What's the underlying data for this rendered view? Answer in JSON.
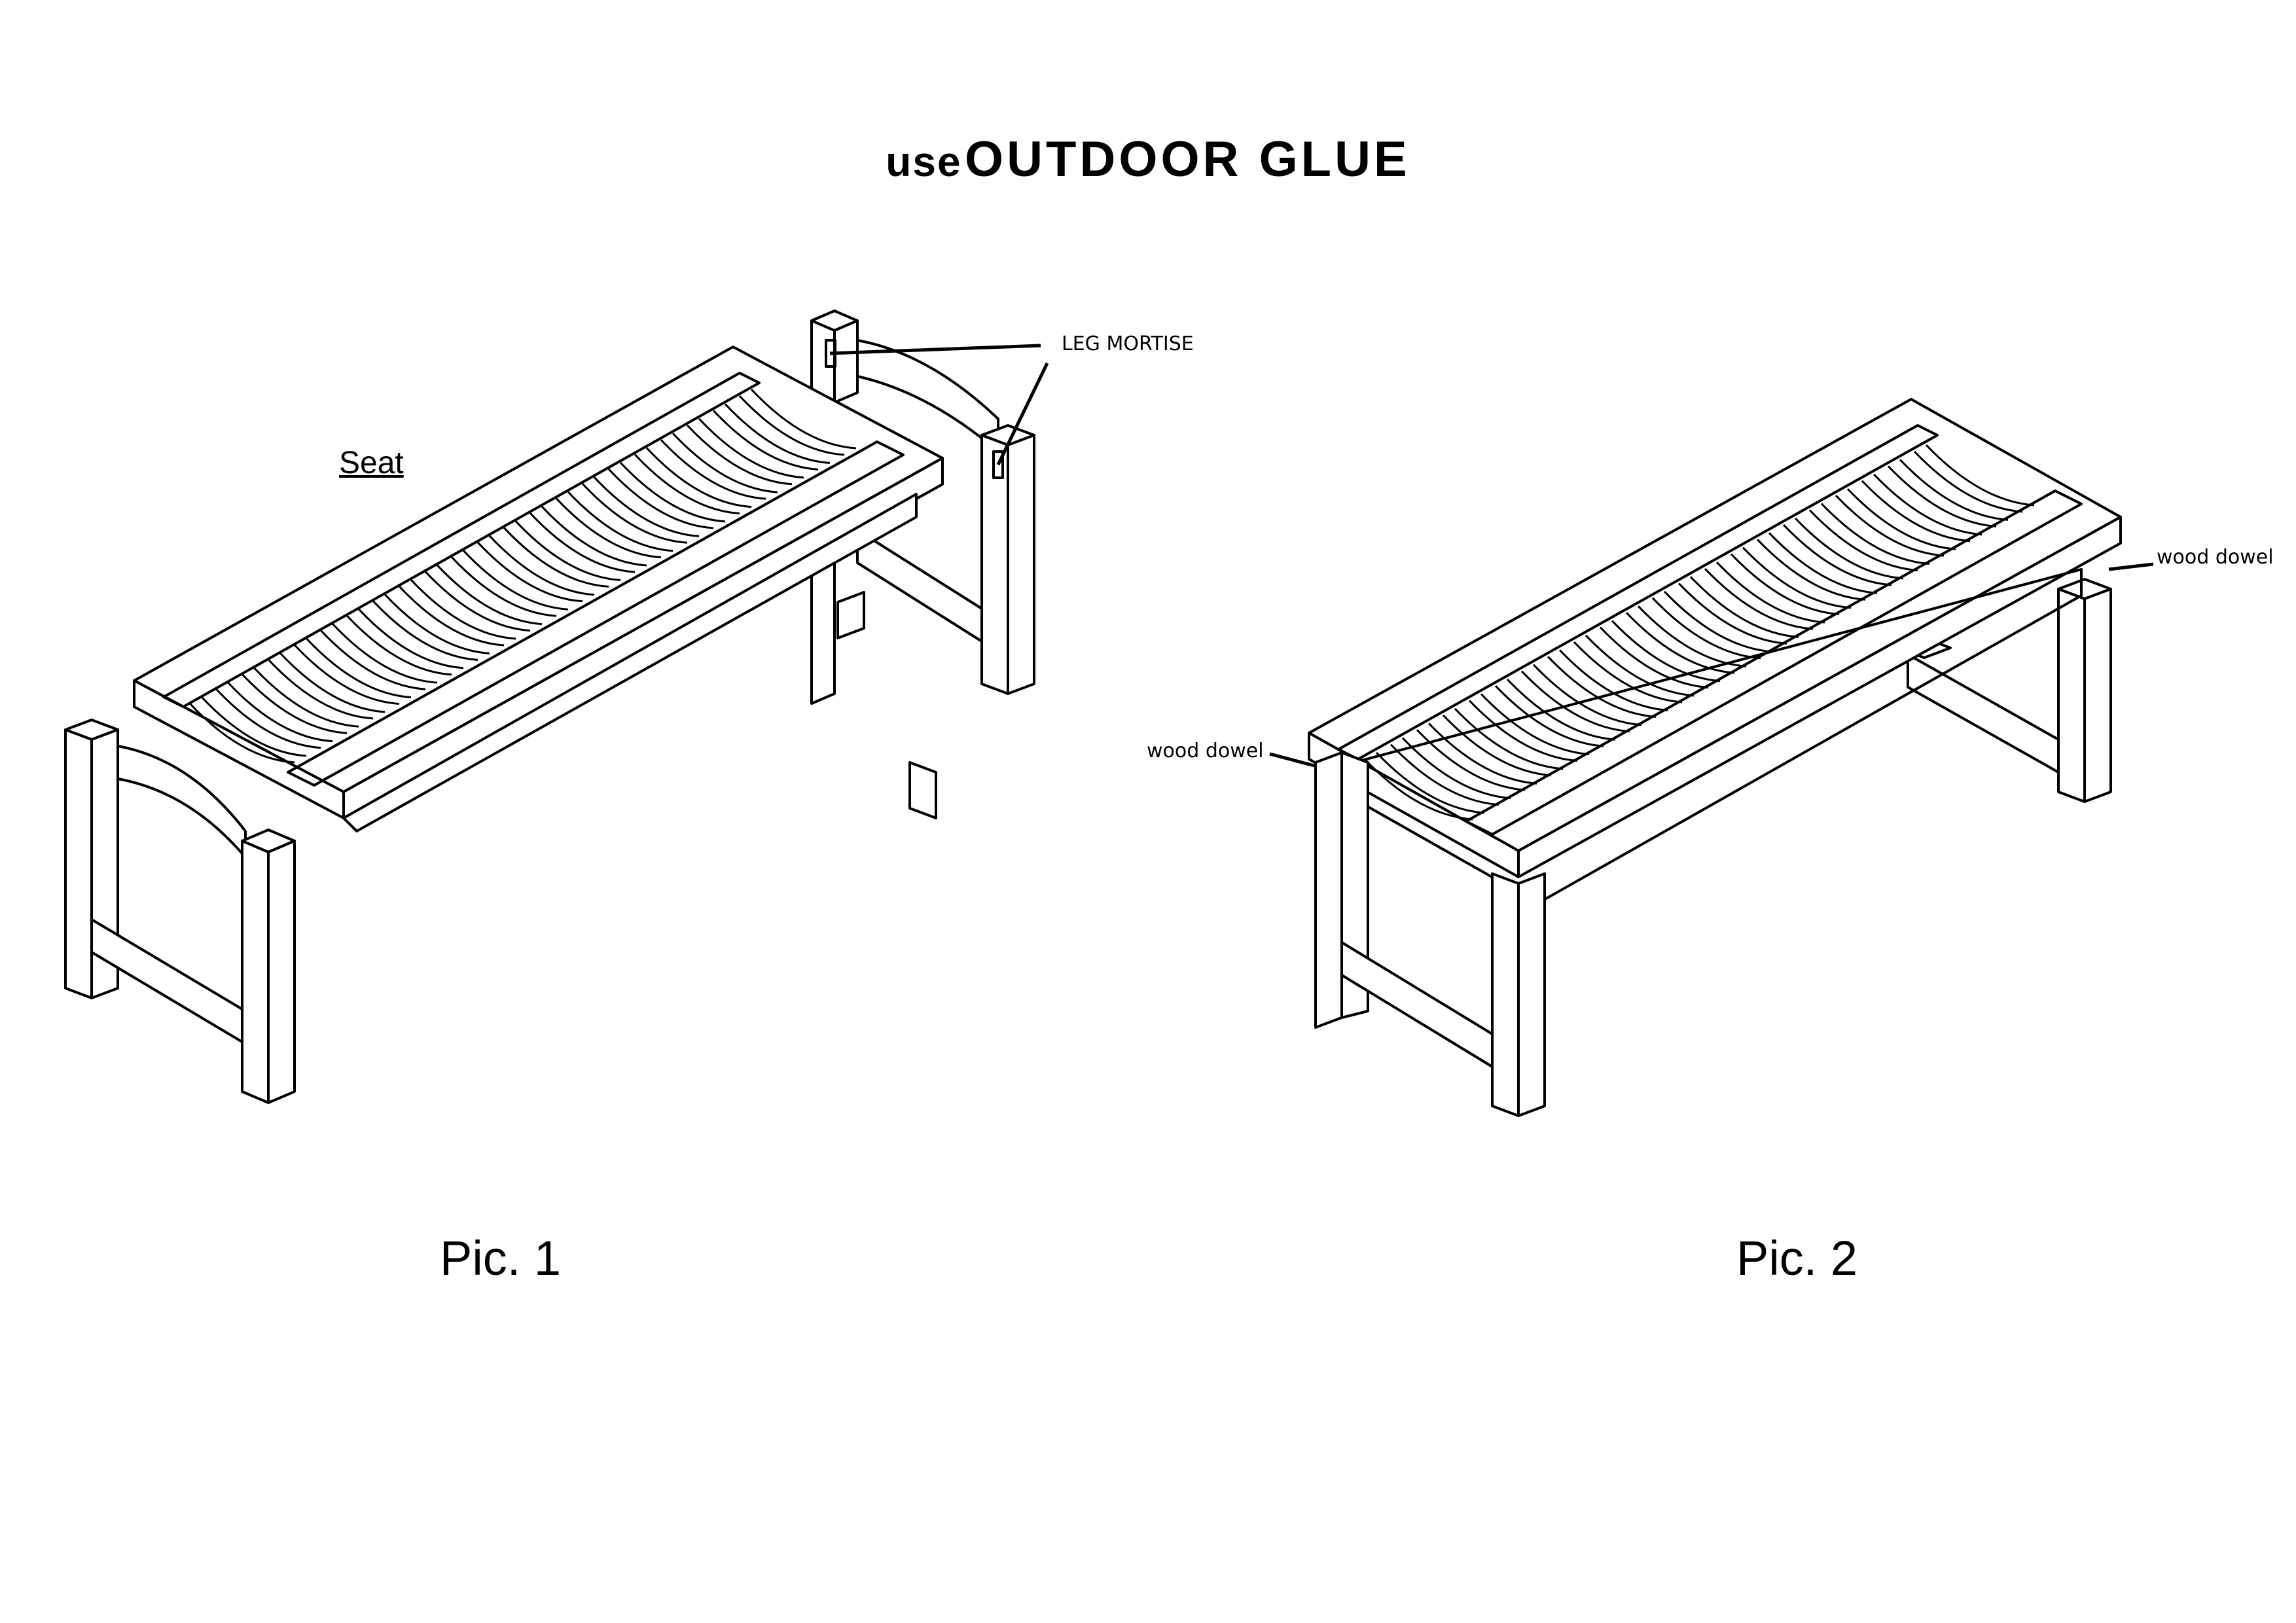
{
  "title": {
    "prefix": "use",
    "main": "OUTDOOR GLUE"
  },
  "pic1": {
    "caption": "Pic. 1",
    "seat_label": "Seat",
    "mortise_label": "LEG MORTISE"
  },
  "pic2": {
    "caption": "Pic. 2",
    "dowel_left_label": "wood dowel",
    "dowel_right_label": "wood dowel"
  },
  "colors": {
    "ink": "#000000",
    "paper": "#ffffff"
  }
}
